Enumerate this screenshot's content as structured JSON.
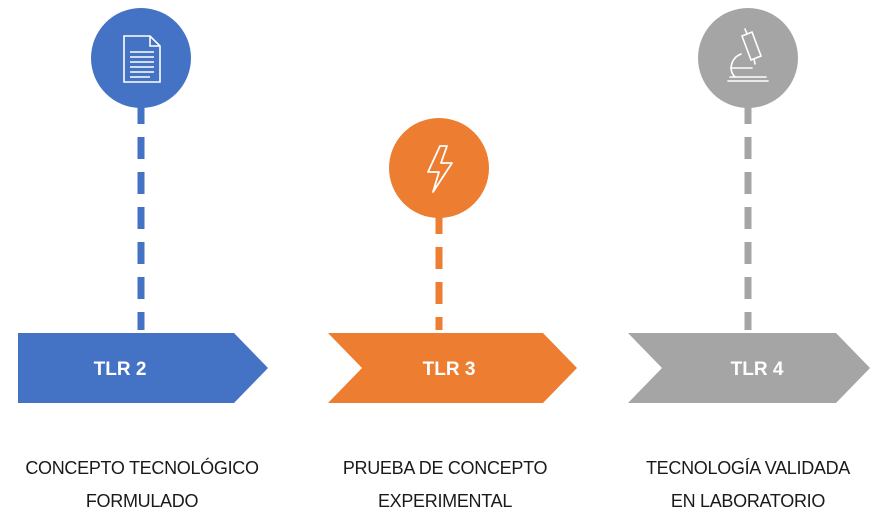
{
  "colors": {
    "blue": "#4472C4",
    "orange": "#ED7D31",
    "gray": "#A5A5A5"
  },
  "stages": [
    {
      "tag": "TLR 2",
      "label_line1": "CONCEPTO TECNOLÓGICO",
      "label_line2": "FORMULADO",
      "icon": "document-icon",
      "color": "#4472C4"
    },
    {
      "tag": "TLR 3",
      "label_line1": "PRUEBA DE CONCEPTO",
      "label_line2": "EXPERIMENTAL",
      "icon": "lightning-bolt-icon",
      "color": "#ED7D31"
    },
    {
      "tag": "TLR 4",
      "label_line1": "TECNOLOGÍA VALIDADA",
      "label_line2": "EN LABORATORIO",
      "icon": "microscope-icon",
      "color": "#A5A5A5"
    }
  ]
}
